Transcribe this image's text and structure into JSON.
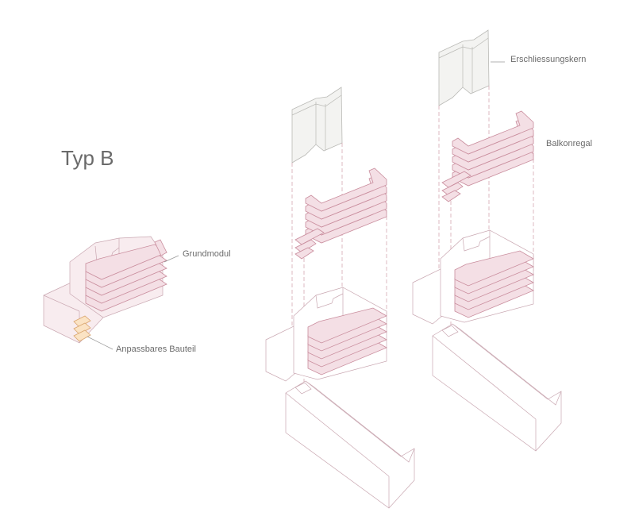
{
  "title": "Typ B",
  "labels": {
    "grundmodul": "Grundmodul",
    "anpassbares_bauteil": "Anpassbares Bauteil",
    "erschliessungskern": "Erschliessungskern",
    "balkonregal": "Balkonregal"
  },
  "colors": {
    "module_fill": "#f4dfe5",
    "module_stroke": "#c98d9d",
    "core_fill": "#f3f3f1",
    "adaptive_part_fill": "#fbe3c4",
    "text": "#6b6b6b"
  }
}
